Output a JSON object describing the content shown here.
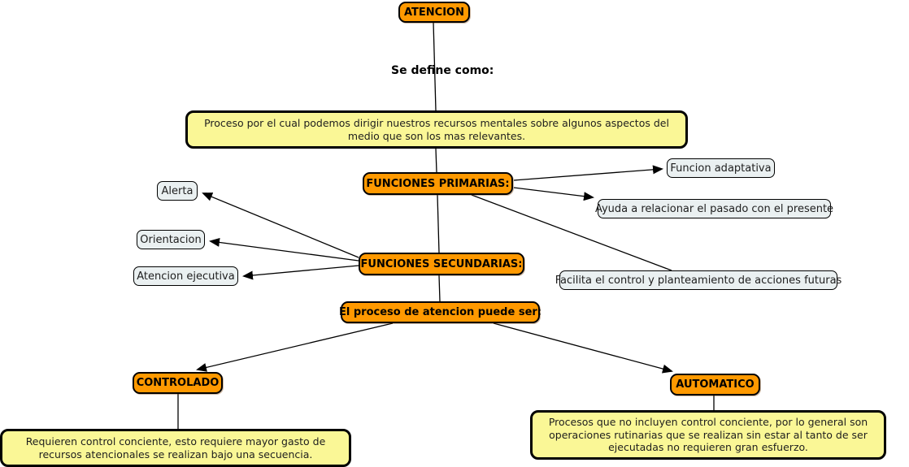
{
  "diagram": {
    "type": "concept-map",
    "topic": "ATENCION",
    "colors": {
      "concept_fill": "#FF9900",
      "detail_fill": "#EAF0F1",
      "note_fill": "#FAF796",
      "line_color": "#000000",
      "background": "#FFFFFF"
    },
    "nodes": {
      "atencion": "ATENCION",
      "definicion": "Proceso por el cual podemos dirigir nuestros recursos mentales  sobre algunos aspectos del medio que son los mas relevantes.",
      "funciones_primarias": "FUNCIONES PRIMARIAS:",
      "funcion_adaptativa": "Funcion adaptativa",
      "ayuda_relacionar": "Ayuda a relacionar el pasado con el presente",
      "facilita_control": "Facilita el control y planteamiento de acciones futuras",
      "funciones_secundarias": "FUNCIONES SECUNDARIAS:",
      "alerta": "Alerta",
      "orientacion": "Orientacion",
      "atencion_ejecutiva": "Atencion ejecutiva",
      "proceso_puede_ser": "El proceso de atencion puede ser:",
      "controlado": "CONTROLADO",
      "automatico": "AUTOMATICO",
      "controlado_desc": "Requieren control conciente, esto requiere mayor gasto de recursos atencionales se realizan bajo una secuencia.",
      "automatico_desc": "Procesos que no incluyen control conciente, por lo general son operaciones rutinarias que se realizan sin estar al tanto de ser ejecutadas no requieren gran esfuerzo."
    },
    "link_labels": {
      "se_define_como": "Se define como:"
    },
    "edges": [
      {
        "from": "atencion",
        "to": "definicion",
        "label": "Se define como:",
        "arrow": false
      },
      {
        "from": "definicion",
        "to": "funciones_primarias",
        "arrow": false
      },
      {
        "from": "funciones_primarias",
        "to": "funcion_adaptativa",
        "arrow": true
      },
      {
        "from": "funciones_primarias",
        "to": "ayuda_relacionar",
        "arrow": true
      },
      {
        "from": "funciones_primarias",
        "to": "facilita_control",
        "arrow": false
      },
      {
        "from": "funciones_primarias",
        "to": "funciones_secundarias",
        "arrow": false
      },
      {
        "from": "funciones_secundarias",
        "to": "alerta",
        "arrow": true
      },
      {
        "from": "funciones_secundarias",
        "to": "orientacion",
        "arrow": true
      },
      {
        "from": "funciones_secundarias",
        "to": "atencion_ejecutiva",
        "arrow": true
      },
      {
        "from": "funciones_secundarias",
        "to": "proceso_puede_ser",
        "arrow": false
      },
      {
        "from": "proceso_puede_ser",
        "to": "controlado",
        "arrow": true
      },
      {
        "from": "proceso_puede_ser",
        "to": "automatico",
        "arrow": true
      },
      {
        "from": "controlado",
        "to": "controlado_desc",
        "arrow": false
      },
      {
        "from": "automatico",
        "to": "automatico_desc",
        "arrow": false
      }
    ]
  }
}
